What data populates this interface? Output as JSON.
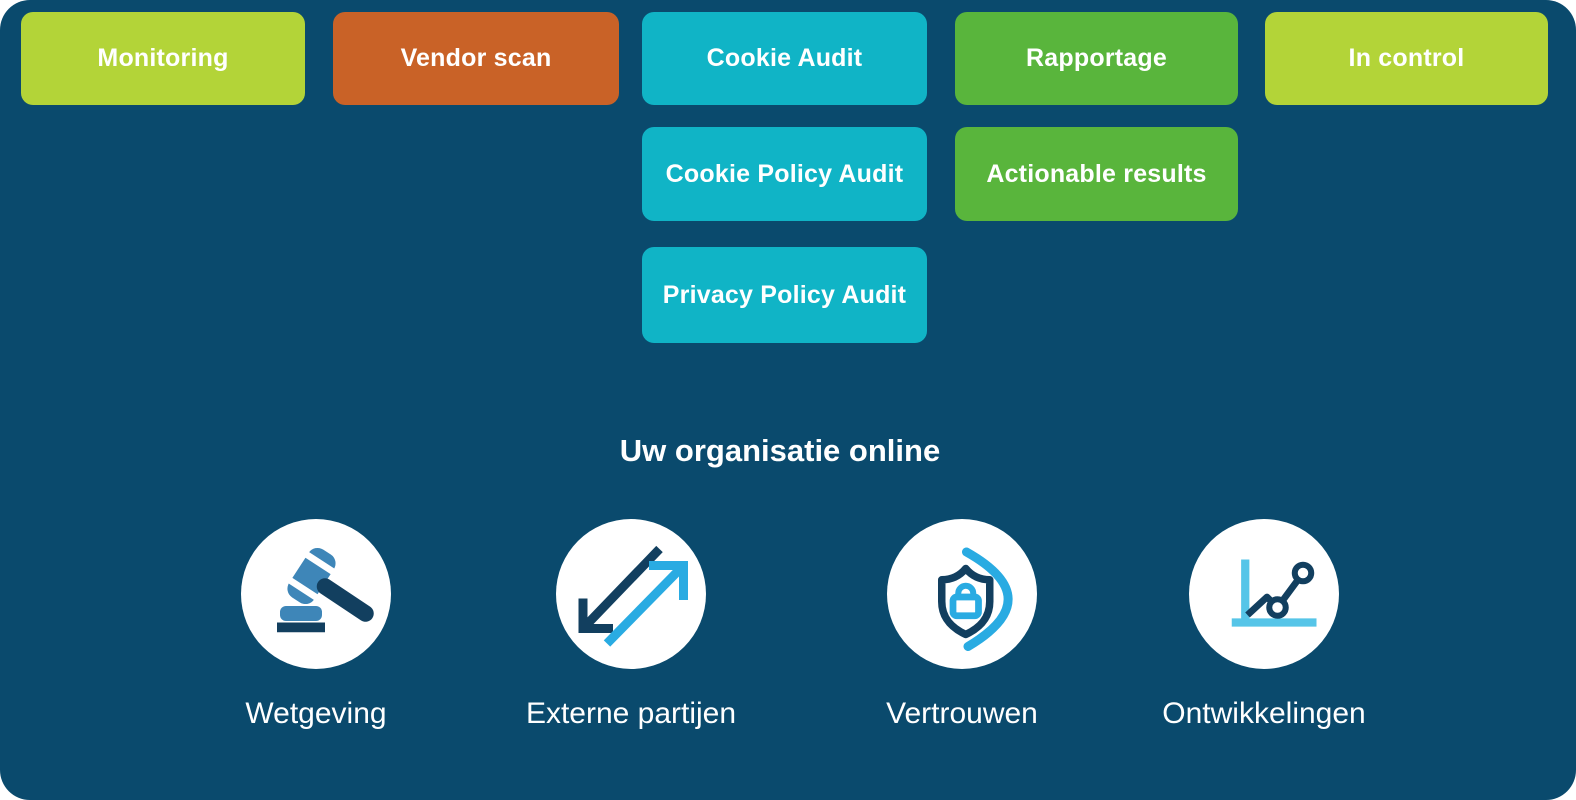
{
  "colors": {
    "background": "#0a4a6d",
    "lime": "#b3d438",
    "orange": "#c96227",
    "cyan": "#10b4c6",
    "green": "#59b53c",
    "text_white": "#ffffff",
    "icon_navy": "#123f5f",
    "icon_blue": "#3e86b8",
    "icon_cyan": "#29abe2",
    "icon_light_cyan": "#56c5e8"
  },
  "boxes": [
    {
      "label": "Monitoring",
      "color": "#b3d438"
    },
    {
      "label": "Vendor scan",
      "color": "#c96227"
    },
    {
      "label": "Cookie Audit",
      "color": "#10b4c6"
    },
    {
      "label": "Rapportage",
      "color": "#59b53c"
    },
    {
      "label": "In control",
      "color": "#b3d438"
    },
    {
      "label": "Cookie Policy Audit",
      "color": "#10b4c6"
    },
    {
      "label": "Actionable results",
      "color": "#59b53c"
    },
    {
      "label": "Privacy Policy Audit",
      "color": "#10b4c6"
    }
  ],
  "heading": "Uw organisatie online",
  "pillars": [
    {
      "label": "Wetgeving",
      "icon": "gavel-icon"
    },
    {
      "label": "Externe partijen",
      "icon": "exchange-arrows-icon"
    },
    {
      "label": "Vertrouwen",
      "icon": "shield-lock-icon"
    },
    {
      "label": "Ontwikkelingen",
      "icon": "growth-chart-icon"
    }
  ]
}
